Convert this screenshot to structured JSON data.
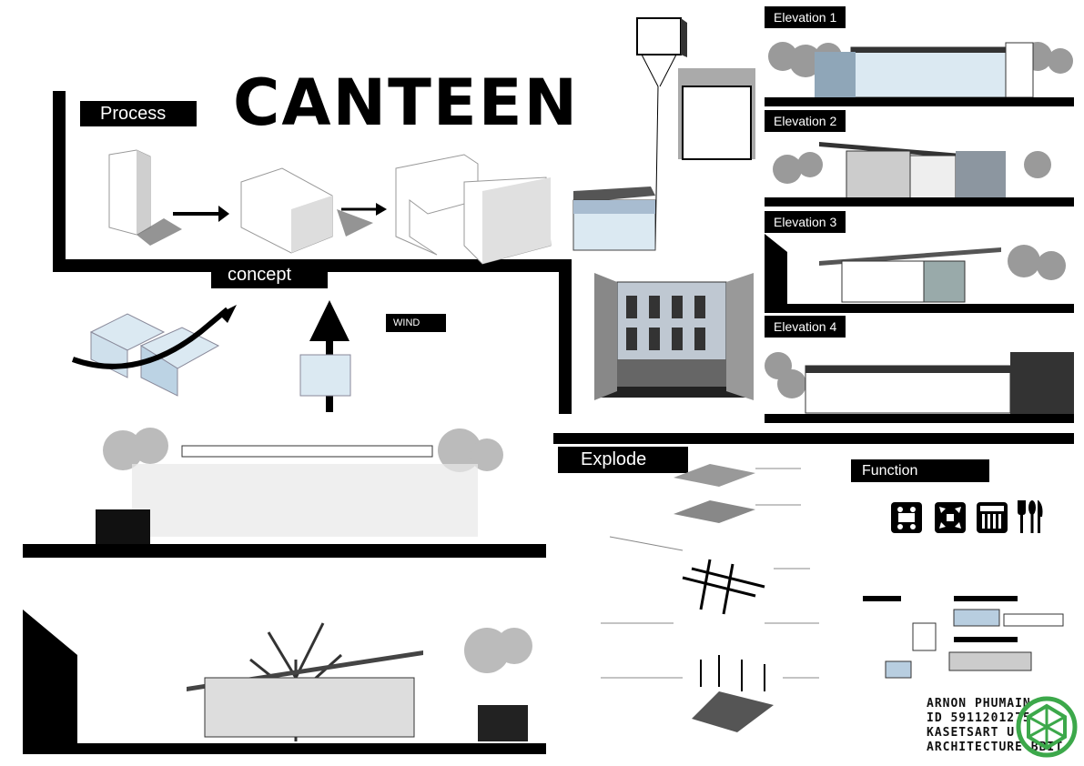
{
  "title": "CANTEEN",
  "labels": {
    "process": "Process",
    "concept": "concept",
    "wind": "WIND",
    "explode": "Explode",
    "function": "Function"
  },
  "elevations": [
    "Elevation 1",
    "Elevation 2",
    "Elevation 3",
    "Elevation 4"
  ],
  "credit": {
    "name": "ARNON PHUMAIN",
    "id": "ID 5911201275",
    "school": "KASETSART U.",
    "faculty": "ARCHITECTURE BBIT"
  },
  "icons": [
    "dining-table-icon",
    "circulation-icon",
    "kitchen-counter-icon",
    "cutlery-icon"
  ],
  "colors": {
    "ink": "#000000",
    "glass": "#dbe9f2",
    "tree": "#9a9a9a"
  }
}
